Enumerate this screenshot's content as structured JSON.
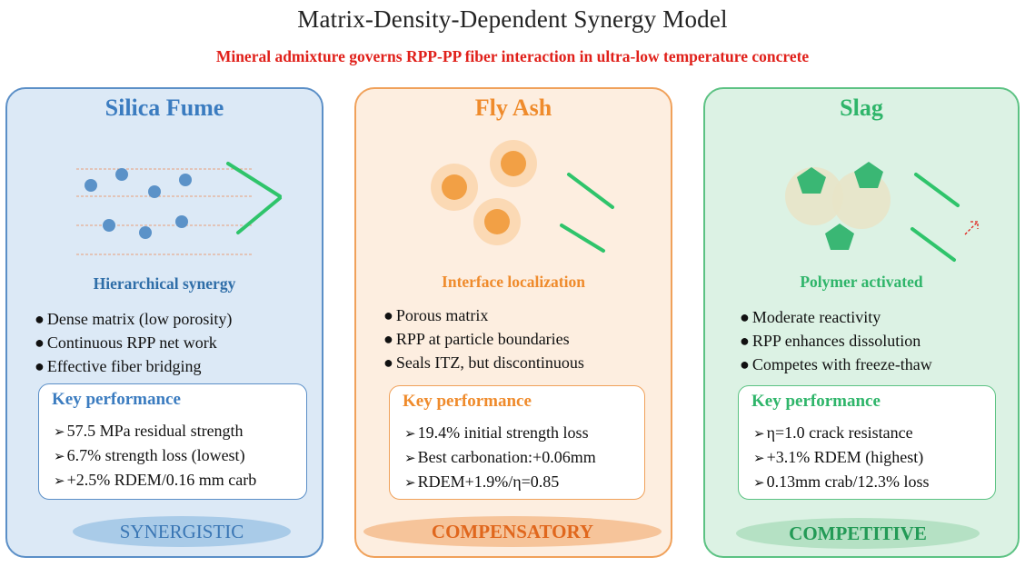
{
  "title": "Matrix-Density-Dependent Synergy Model",
  "subtitle": "Mineral admixture governs RPP-PP fiber interaction in ultra-low temperature concrete",
  "colors": {
    "silica": "#3b7cc0",
    "flyash": "#ef8b2c",
    "slag": "#2fb56a",
    "subtitle": "#e0201a"
  },
  "panels": [
    {
      "title": "Silica Fume",
      "mechanism": "Hierarchical synergy",
      "bullets": [
        "Dense matrix (low porosity)",
        "Continuous RPP net work",
        "Effective fiber bridging"
      ],
      "key_title": "Key performance",
      "key_items": [
        "57.5 MPa residual strength",
        "6.7% strength loss (lowest)",
        "+2.5% RDEM/0.16 mm carb"
      ],
      "verdict": "SYNERGISTIC"
    },
    {
      "title": "Fly Ash",
      "mechanism": "Interface localization",
      "bullets": [
        "Porous matrix",
        "RPP at particle boundaries",
        "Seals ITZ, but discontinuous"
      ],
      "key_title": "Key performance",
      "key_items": [
        "19.4% initial  strength loss",
        "Best carbonation:+0.06mm",
        "RDEM+1.9%/η=0.85"
      ],
      "verdict": "COMPENSATORY"
    },
    {
      "title": "Slag",
      "mechanism": "Polymer activated",
      "bullets": [
        "Moderate reactivity",
        "RPP enhances dissolution",
        "Competes with  freeze-thaw"
      ],
      "key_title": "Key performance",
      "key_items": [
        "η=1.0 crack resistance",
        "+3.1% RDEM (highest)",
        "0.13mm crab/12.3% loss"
      ],
      "verdict": "COMPETITIVE"
    }
  ]
}
